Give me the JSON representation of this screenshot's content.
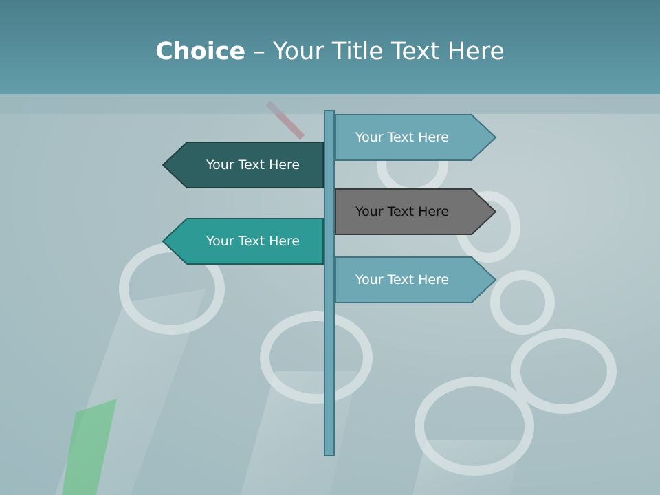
{
  "slide": {
    "title_bold": "Choice",
    "title_rest": " – Your Title Text Here"
  },
  "signs": {
    "right_top": "Your Text Here",
    "left_upper": "Your Text Here",
    "right_middle": "Your Text Here",
    "left_lower": "Your Text Here",
    "right_bottom": "Your Text Here"
  },
  "colors": {
    "header": "#5a93a0",
    "sign_light": "#6ea8b5",
    "sign_dark": "#2e5f61",
    "sign_gray": "#737373",
    "sign_teal": "#2e9a96"
  }
}
